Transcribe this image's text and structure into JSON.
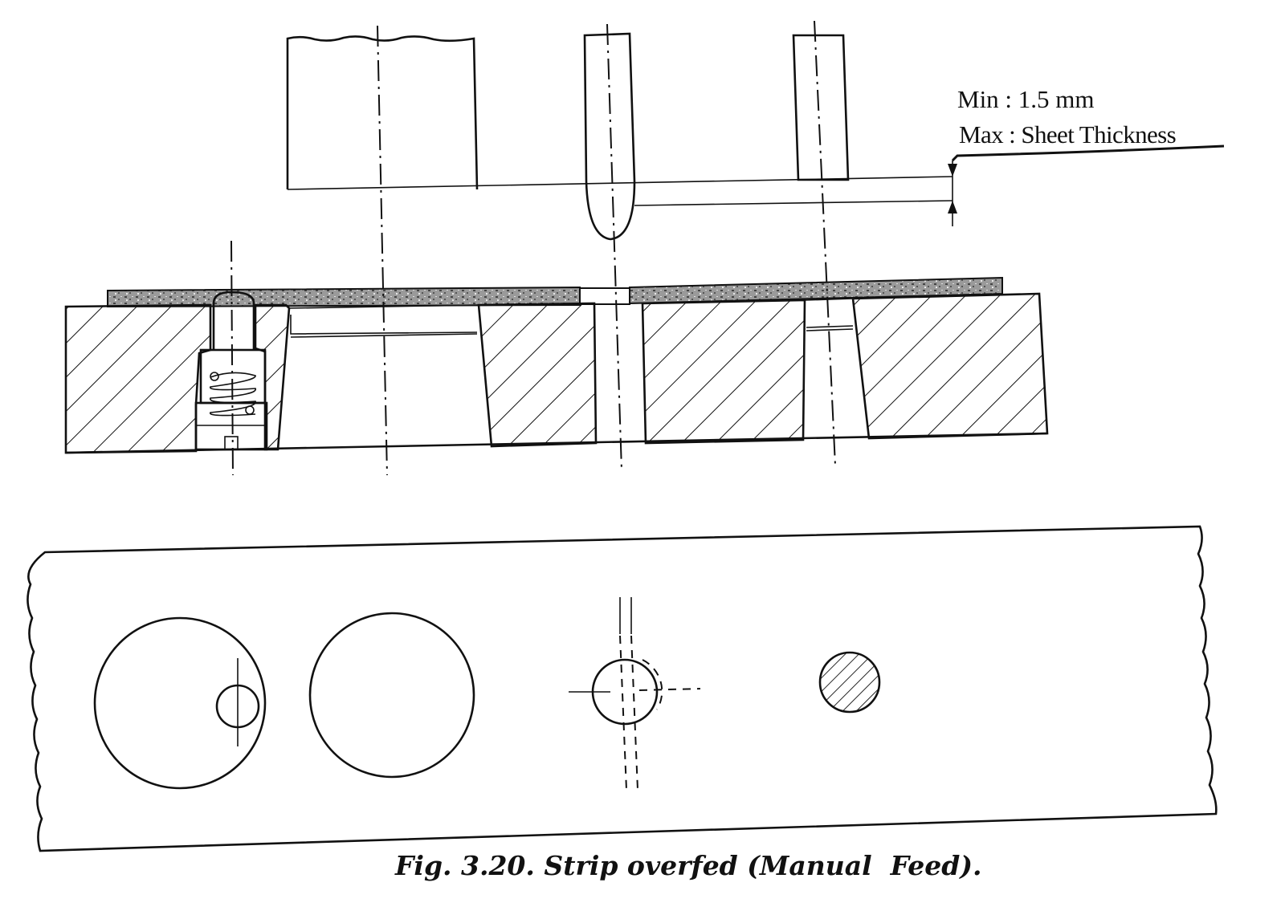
{
  "annotation": {
    "min_label": "Min : 1.5 mm",
    "max_label": "Max : Sheet Thickness"
  },
  "caption": "Fig. 3.20. Strip overfed (Manual  Feed)."
}
